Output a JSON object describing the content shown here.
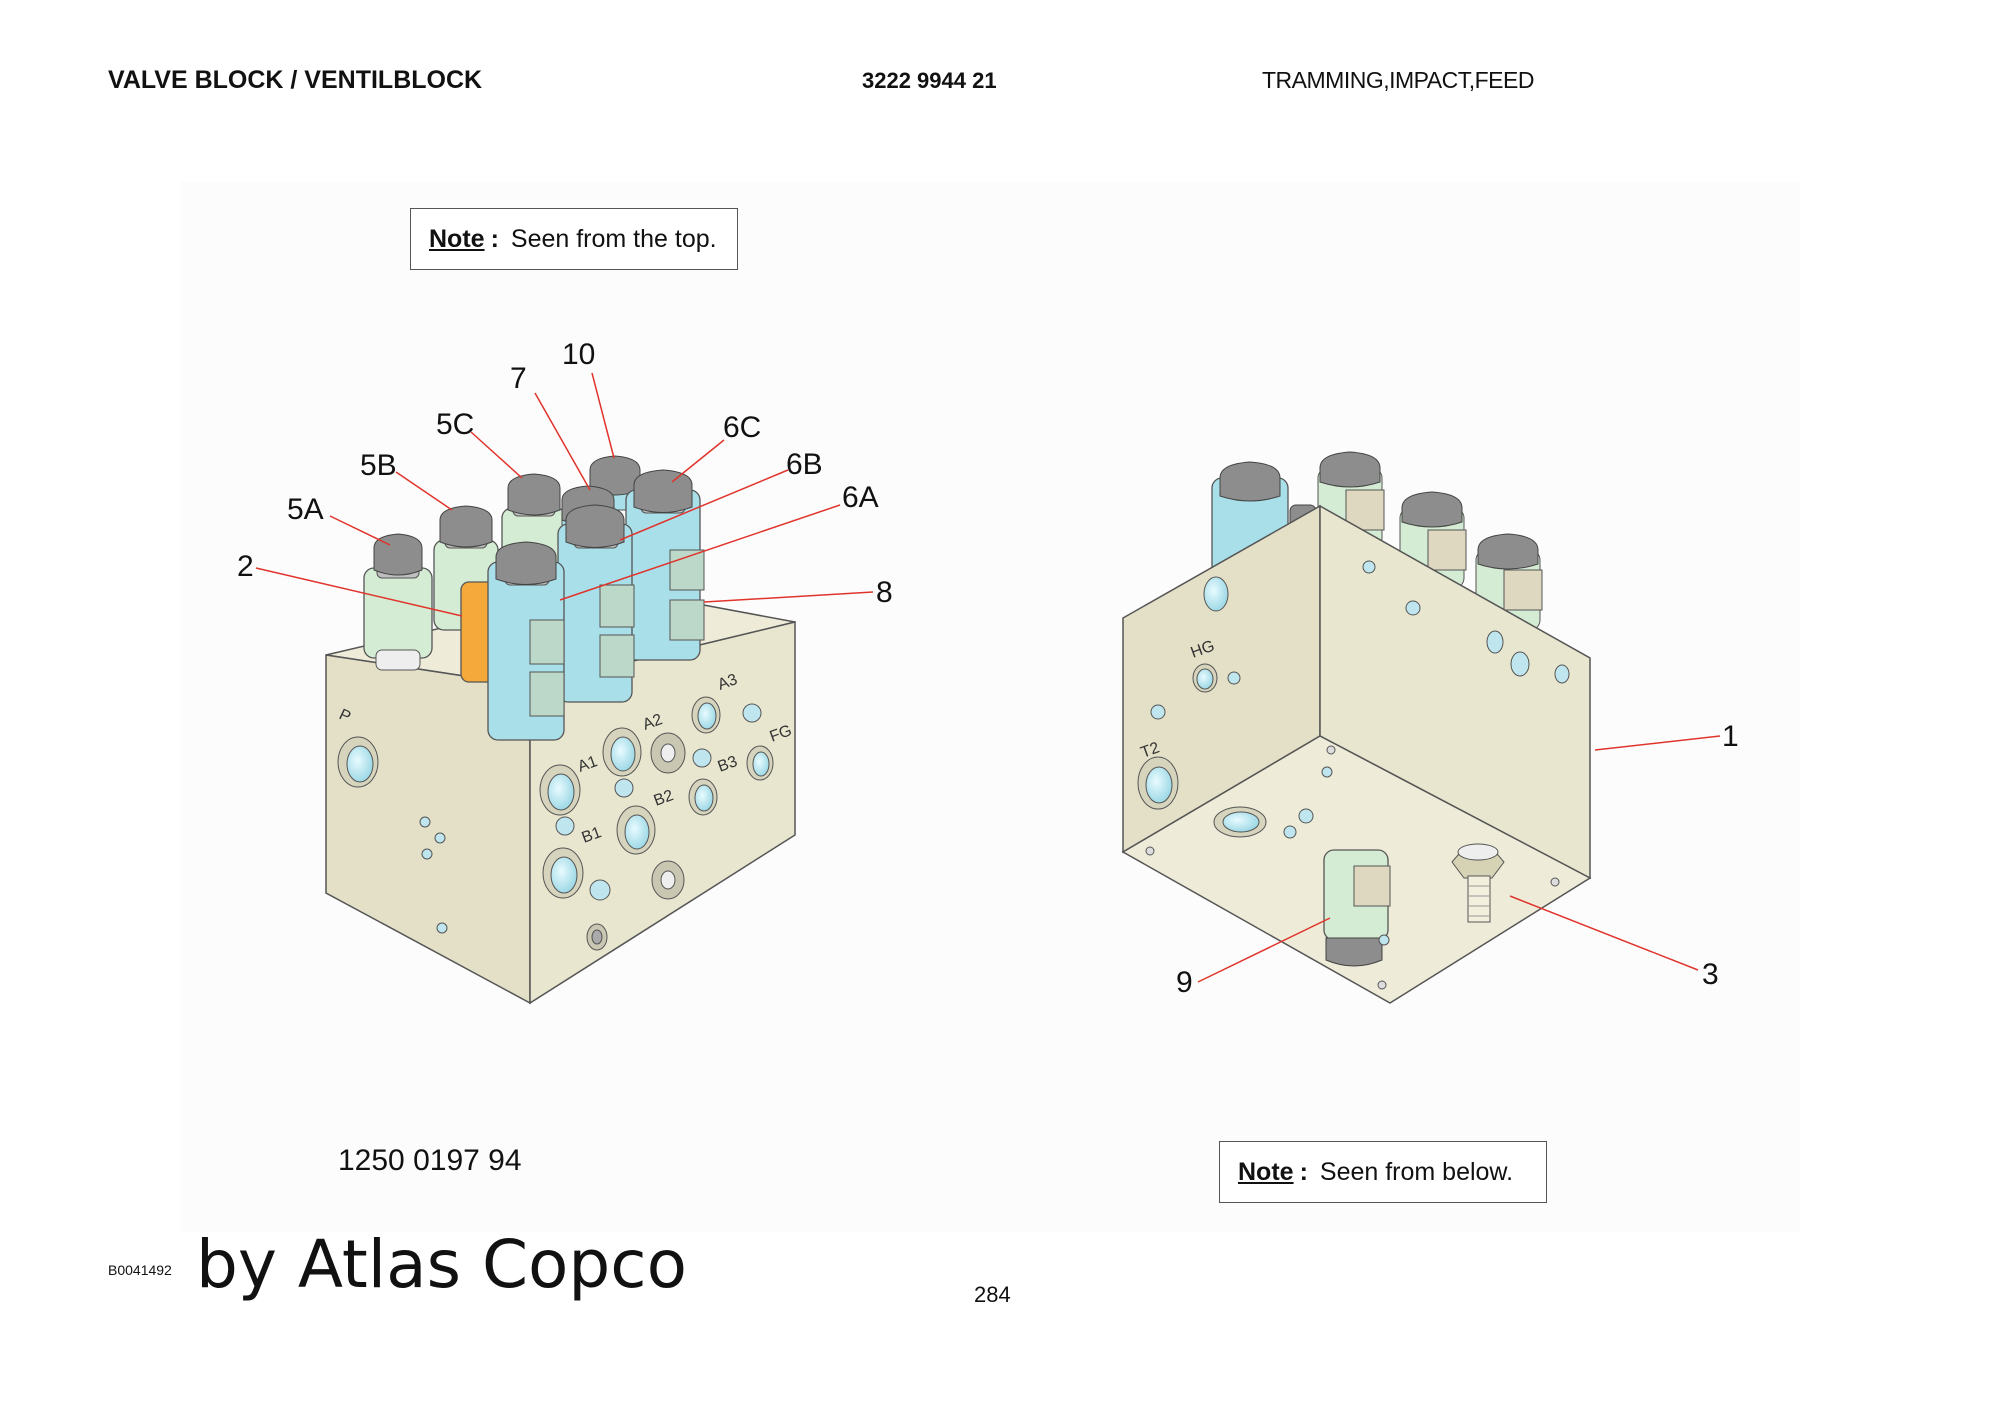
{
  "header": {
    "title": "VALVE BLOCK / VENTILBLOCK",
    "part_number": "3222 9944 21",
    "function": "TRAMMING,IMPACT,FEED"
  },
  "notes": {
    "top": {
      "label": "Note",
      "colon": ":",
      "text": "Seen from the top."
    },
    "below": {
      "label": "Note",
      "colon": ":",
      "text": "Seen from below."
    }
  },
  "callouts": {
    "left": [
      "10",
      "7",
      "5C",
      "6C",
      "5B",
      "6B",
      "5A",
      "6A",
      "2",
      "8"
    ],
    "right": [
      "1",
      "9",
      "3"
    ]
  },
  "port_labels": {
    "left": [
      "P",
      "A1",
      "A2",
      "A3",
      "B1",
      "B2",
      "B3",
      "FG"
    ],
    "right": [
      "HG",
      "T2"
    ]
  },
  "figure_part_number": "1250 0197 94",
  "figure_code": "B0041492",
  "brand": "by Atlas Copco",
  "page_number": "284",
  "colors": {
    "block": "#e6e4cd",
    "solenoid_blue": "#a8dfe9",
    "solenoid_green": "#d4ecd3",
    "orange": "#f5a93a",
    "knob": "#8a8a8a",
    "leader": "#e0342c"
  }
}
